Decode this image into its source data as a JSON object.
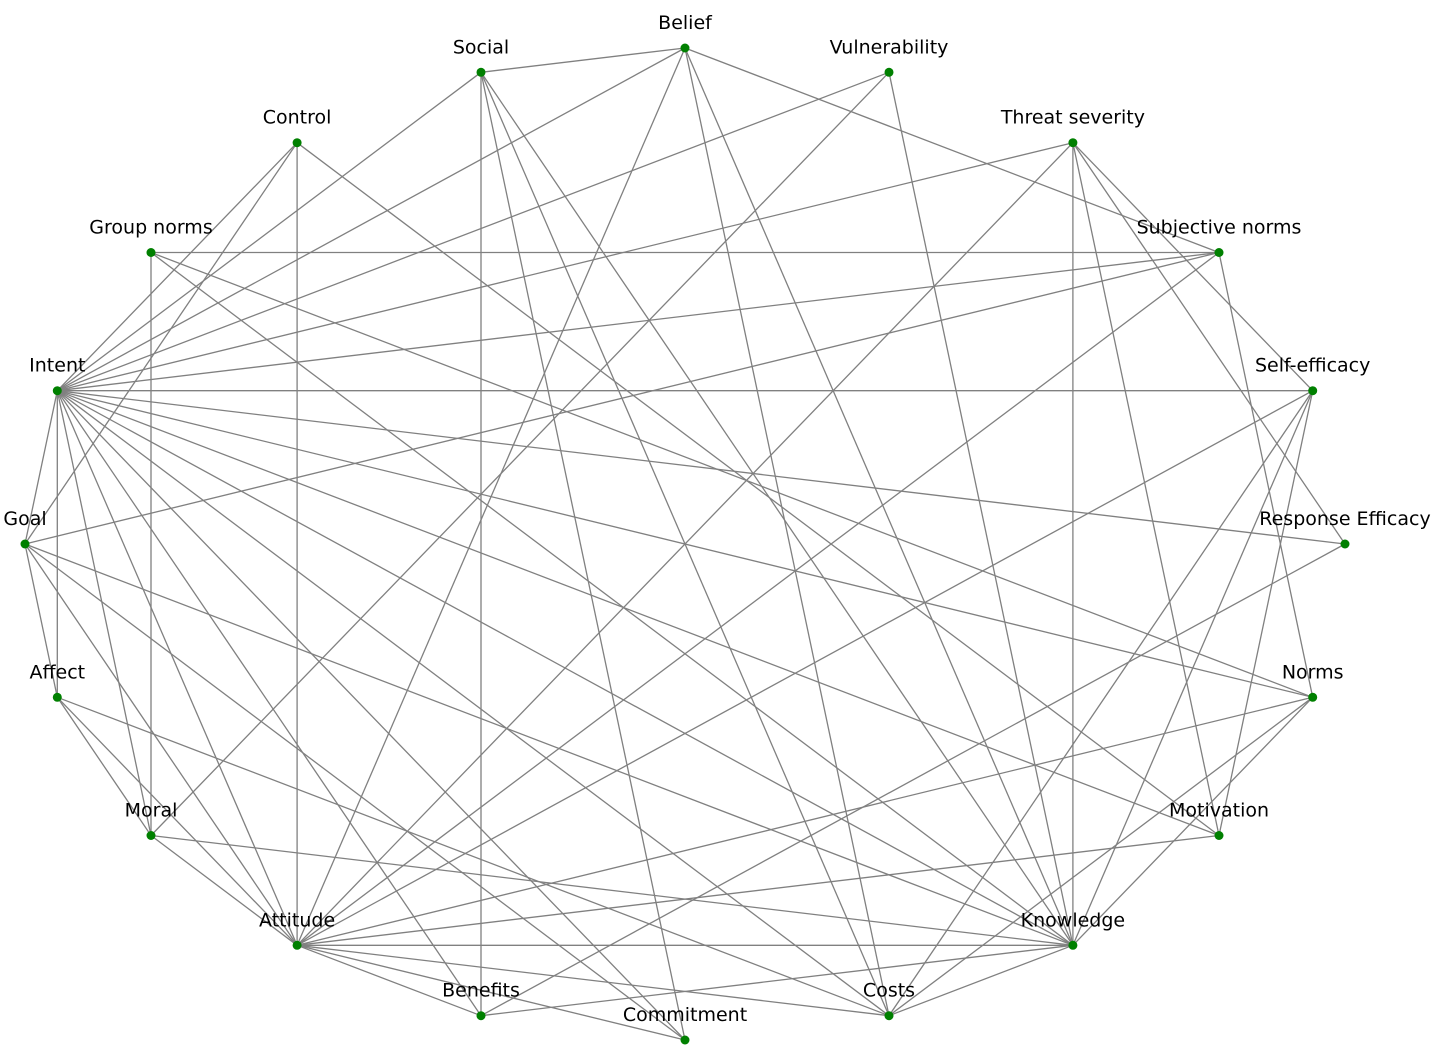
{
  "colors": {
    "node": "#008000",
    "edge": "#808080",
    "label": "#000000",
    "background": "#ffffff"
  },
  "nodes": [
    {
      "id": "belief",
      "label": "Belief"
    },
    {
      "id": "vulnerability",
      "label": "Vulnerability"
    },
    {
      "id": "threat-severity",
      "label": "Threat severity"
    },
    {
      "id": "subjective-norms",
      "label": "Subjective norms"
    },
    {
      "id": "self-efficacy",
      "label": "Self-efficacy"
    },
    {
      "id": "response-efficacy",
      "label": "Response Efficacy"
    },
    {
      "id": "norms",
      "label": "Norms"
    },
    {
      "id": "motivation",
      "label": "Motivation"
    },
    {
      "id": "knowledge",
      "label": "Knowledge"
    },
    {
      "id": "costs",
      "label": "Costs"
    },
    {
      "id": "commitment",
      "label": "Commitment"
    },
    {
      "id": "benefits",
      "label": "Benefits"
    },
    {
      "id": "attitude",
      "label": "Attitude"
    },
    {
      "id": "moral",
      "label": "Moral"
    },
    {
      "id": "affect",
      "label": "Affect"
    },
    {
      "id": "goal",
      "label": "Goal"
    },
    {
      "id": "intent",
      "label": "Intent"
    },
    {
      "id": "group-norms",
      "label": "Group norms"
    },
    {
      "id": "control",
      "label": "Control"
    },
    {
      "id": "social",
      "label": "Social"
    }
  ],
  "edges": [
    [
      "intent",
      "social"
    ],
    [
      "intent",
      "belief"
    ],
    [
      "intent",
      "vulnerability"
    ],
    [
      "intent",
      "threat-severity"
    ],
    [
      "intent",
      "subjective-norms"
    ],
    [
      "intent",
      "self-efficacy"
    ],
    [
      "intent",
      "response-efficacy"
    ],
    [
      "intent",
      "norms"
    ],
    [
      "intent",
      "motivation"
    ],
    [
      "intent",
      "knowledge"
    ],
    [
      "intent",
      "costs"
    ],
    [
      "intent",
      "commitment"
    ],
    [
      "intent",
      "benefits"
    ],
    [
      "intent",
      "attitude"
    ],
    [
      "intent",
      "moral"
    ],
    [
      "intent",
      "affect"
    ],
    [
      "intent",
      "goal"
    ],
    [
      "intent",
      "control"
    ],
    [
      "social",
      "belief"
    ],
    [
      "social",
      "benefits"
    ],
    [
      "social",
      "costs"
    ],
    [
      "social",
      "knowledge"
    ],
    [
      "belief",
      "subjective-norms"
    ],
    [
      "belief",
      "knowledge"
    ],
    [
      "belief",
      "costs"
    ],
    [
      "belief",
      "attitude"
    ],
    [
      "vulnerability",
      "knowledge"
    ],
    [
      "vulnerability",
      "moral"
    ],
    [
      "control",
      "attitude"
    ],
    [
      "control",
      "goal"
    ],
    [
      "control",
      "motivation"
    ],
    [
      "group-norms",
      "subjective-norms"
    ],
    [
      "group-norms",
      "moral"
    ],
    [
      "group-norms",
      "norms"
    ],
    [
      "group-norms",
      "knowledge"
    ],
    [
      "threat-severity",
      "self-efficacy"
    ],
    [
      "threat-severity",
      "response-efficacy"
    ],
    [
      "threat-severity",
      "knowledge"
    ],
    [
      "threat-severity",
      "motivation"
    ],
    [
      "threat-severity",
      "attitude"
    ],
    [
      "subjective-norms",
      "norms"
    ],
    [
      "subjective-norms",
      "attitude"
    ],
    [
      "subjective-norms",
      "goal"
    ],
    [
      "self-efficacy",
      "knowledge"
    ],
    [
      "self-efficacy",
      "attitude"
    ],
    [
      "self-efficacy",
      "costs"
    ],
    [
      "self-efficacy",
      "motivation"
    ],
    [
      "response-efficacy",
      "benefits"
    ],
    [
      "norms",
      "attitude"
    ],
    [
      "norms",
      "knowledge"
    ],
    [
      "norms",
      "costs"
    ],
    [
      "motivation",
      "attitude"
    ],
    [
      "knowledge",
      "attitude"
    ],
    [
      "knowledge",
      "benefits"
    ],
    [
      "knowledge",
      "costs"
    ],
    [
      "knowledge",
      "moral"
    ],
    [
      "knowledge",
      "goal"
    ],
    [
      "costs",
      "attitude"
    ],
    [
      "costs",
      "affect"
    ],
    [
      "commitment",
      "attitude"
    ],
    [
      "commitment",
      "goal"
    ],
    [
      "benefits",
      "attitude"
    ],
    [
      "attitude",
      "affect"
    ],
    [
      "attitude",
      "goal"
    ],
    [
      "attitude",
      "moral"
    ],
    [
      "moral",
      "affect"
    ],
    [
      "affect",
      "goal"
    ],
    [
      "commitment",
      "social"
    ]
  ]
}
